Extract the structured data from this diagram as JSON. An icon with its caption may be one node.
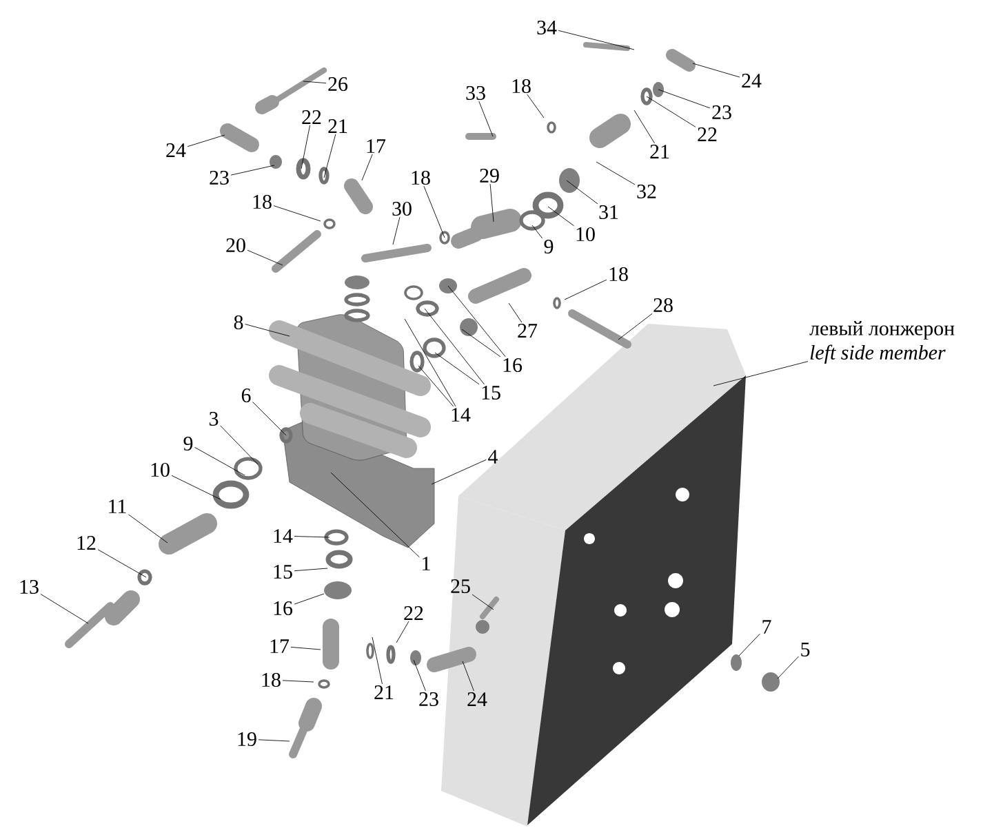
{
  "diagram": {
    "nodes": [
      {
        "text": [
          "34"
        ]
      },
      {
        "text": [
          "24"
        ]
      },
      {
        "text": [
          "26"
        ]
      },
      {
        "text": [
          "18"
        ]
      },
      {
        "text": [
          "33"
        ]
      },
      {
        "text": [
          "23"
        ]
      },
      {
        "text": [
          "22"
        ]
      },
      {
        "text": [
          "21"
        ]
      },
      {
        "text": [
          "22"
        ]
      },
      {
        "text": [
          "17"
        ]
      },
      {
        "text": [
          "24"
        ]
      },
      {
        "text": [
          "21"
        ]
      },
      {
        "text": [
          "23"
        ]
      },
      {
        "text": [
          "18"
        ]
      },
      {
        "text": [
          "29"
        ]
      },
      {
        "text": [
          "32"
        ]
      },
      {
        "text": [
          "18"
        ]
      },
      {
        "text": [
          "30"
        ]
      },
      {
        "text": [
          "31"
        ]
      },
      {
        "text": [
          "10"
        ]
      },
      {
        "text": [
          "20"
        ]
      },
      {
        "text": [
          "9"
        ]
      },
      {
        "text": [
          "18"
        ]
      },
      {
        "text": [
          "28"
        ]
      },
      {
        "text": [
          "8"
        ]
      },
      {
        "text": [
          "27"
        ]
      },
      {
        "text": [
          "левый лонжерон",
          "left side member"
        ]
      },
      {
        "text": [
          "16"
        ]
      },
      {
        "text": [
          "15"
        ]
      },
      {
        "text": [
          "6"
        ]
      },
      {
        "text": [
          "14"
        ]
      },
      {
        "text": [
          "3"
        ]
      },
      {
        "text": [
          "9"
        ]
      },
      {
        "text": [
          "4"
        ]
      },
      {
        "text": [
          "10"
        ]
      },
      {
        "text": [
          "11"
        ]
      },
      {
        "text": [
          "14"
        ]
      },
      {
        "text": [
          "12"
        ]
      },
      {
        "text": [
          "1"
        ]
      },
      {
        "text": [
          "15"
        ]
      },
      {
        "text": [
          "25"
        ]
      },
      {
        "text": [
          "13"
        ]
      },
      {
        "text": [
          "16"
        ]
      },
      {
        "text": [
          "22"
        ]
      },
      {
        "text": [
          "7"
        ]
      },
      {
        "text": [
          "17"
        ]
      },
      {
        "text": [
          "5"
        ]
      },
      {
        "text": [
          "18"
        ]
      },
      {
        "text": [
          "21"
        ]
      },
      {
        "text": [
          "23"
        ]
      },
      {
        "text": [
          "24"
        ]
      },
      {
        "text": [
          "19"
        ]
      }
    ],
    "edges": [
      {
        "from": 0,
        "to": null,
        "arrow": "none"
      },
      {
        "from": 1,
        "to": null,
        "arrow": "none"
      },
      {
        "from": 2,
        "to": null,
        "arrow": "none"
      },
      {
        "from": 3,
        "to": null,
        "arrow": "none"
      },
      {
        "from": 4,
        "to": null,
        "arrow": "none"
      },
      {
        "from": 5,
        "to": null,
        "arrow": "none"
      },
      {
        "from": 6,
        "to": null,
        "arrow": "none"
      },
      {
        "from": 7,
        "to": null,
        "arrow": "none"
      },
      {
        "from": 8,
        "to": null,
        "arrow": "none"
      },
      {
        "from": 9,
        "to": null,
        "arrow": "none"
      },
      {
        "from": 10,
        "to": null,
        "arrow": "none"
      },
      {
        "from": 11,
        "to": null,
        "arrow": "none"
      },
      {
        "from": 12,
        "to": null,
        "arrow": "none"
      },
      {
        "from": 13,
        "to": null,
        "arrow": "none"
      },
      {
        "from": 14,
        "to": null,
        "arrow": "none"
      },
      {
        "from": 15,
        "to": null,
        "arrow": "none"
      },
      {
        "from": 16,
        "to": null,
        "arrow": "none"
      },
      {
        "from": 17,
        "to": null,
        "arrow": "none"
      },
      {
        "from": 18,
        "to": null,
        "arrow": "none"
      },
      {
        "from": 19,
        "to": null,
        "arrow": "none"
      },
      {
        "from": 20,
        "to": null,
        "arrow": "none"
      },
      {
        "from": 21,
        "to": null,
        "arrow": "none"
      },
      {
        "from": 22,
        "to": null,
        "arrow": "none"
      },
      {
        "from": 23,
        "to": null,
        "arrow": "none"
      },
      {
        "from": 24,
        "to": null,
        "arrow": "none"
      },
      {
        "from": 25,
        "to": null,
        "arrow": "none"
      },
      {
        "from": 26,
        "to": null,
        "arrow": "none"
      },
      {
        "from": 27,
        "to": null,
        "arrow": "none"
      },
      {
        "from": 27,
        "to": null,
        "arrow": "none"
      },
      {
        "from": 28,
        "to": null,
        "arrow": "none"
      },
      {
        "from": 28,
        "to": null,
        "arrow": "none"
      },
      {
        "from": 29,
        "to": null,
        "arrow": "none"
      },
      {
        "from": 30,
        "to": null,
        "arrow": "none"
      },
      {
        "from": 30,
        "to": null,
        "arrow": "none"
      },
      {
        "from": 31,
        "to": null,
        "arrow": "none"
      },
      {
        "from": 32,
        "to": null,
        "arrow": "none"
      },
      {
        "from": 33,
        "to": null,
        "arrow": "none"
      },
      {
        "from": 34,
        "to": null,
        "arrow": "none"
      },
      {
        "from": 35,
        "to": null,
        "arrow": "none"
      },
      {
        "from": 36,
        "to": null,
        "arrow": "none"
      },
      {
        "from": 37,
        "to": null,
        "arrow": "none"
      },
      {
        "from": 38,
        "to": null,
        "arrow": "none"
      },
      {
        "from": 39,
        "to": null,
        "arrow": "none"
      },
      {
        "from": 40,
        "to": null,
        "arrow": "none"
      },
      {
        "from": 41,
        "to": null,
        "arrow": "none"
      },
      {
        "from": 42,
        "to": null,
        "arrow": "none"
      },
      {
        "from": 43,
        "to": null,
        "arrow": "none"
      },
      {
        "from": 44,
        "to": null,
        "arrow": "none"
      },
      {
        "from": 45,
        "to": null,
        "arrow": "none"
      },
      {
        "from": 46,
        "to": null,
        "arrow": "none"
      },
      {
        "from": 47,
        "to": null,
        "arrow": "none"
      },
      {
        "from": 48,
        "to": null,
        "arrow": "none"
      },
      {
        "from": 49,
        "to": null,
        "arrow": "none"
      },
      {
        "from": 50,
        "to": null,
        "arrow": "none"
      },
      {
        "from": 51,
        "to": null,
        "arrow": "none"
      }
    ]
  }
}
